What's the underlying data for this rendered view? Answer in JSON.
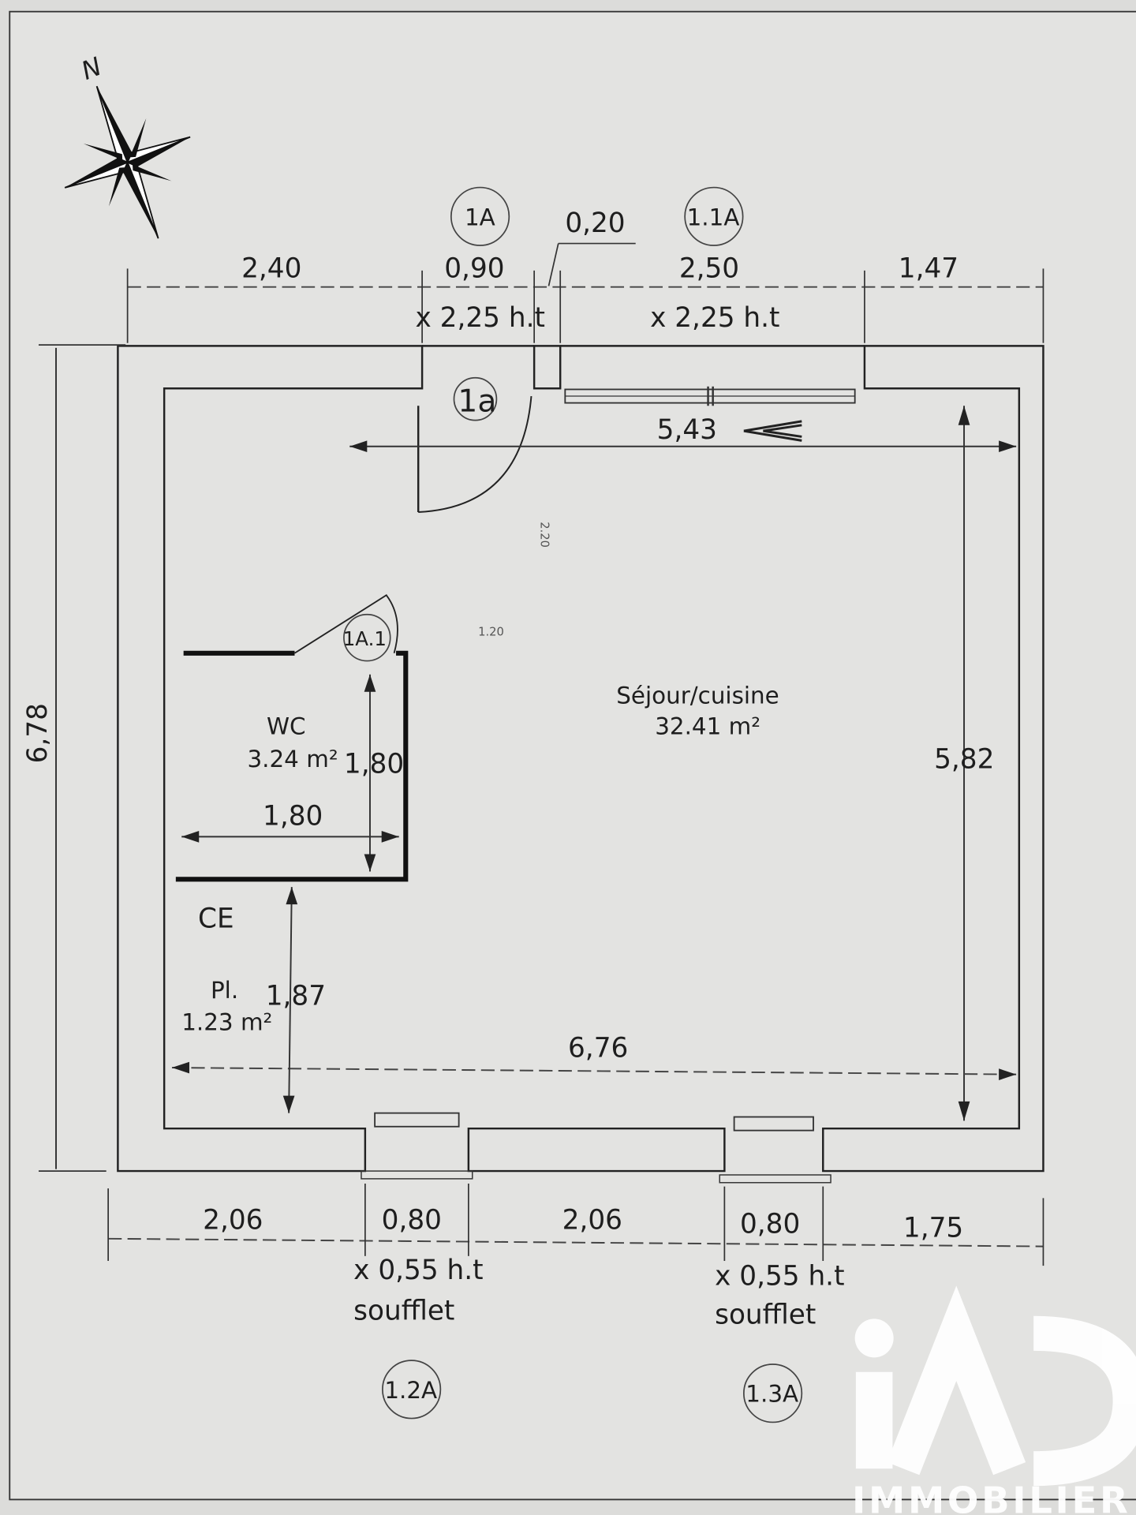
{
  "plan": {
    "north_label": "N",
    "top_dimensions": [
      "2,40",
      "0,90",
      "0,20",
      "2,50",
      "1,47"
    ],
    "top_heights": [
      "x 2,25 h.t",
      "x 2,25 h.t"
    ],
    "opening_refs_top": [
      "1A",
      "1.1A"
    ],
    "door_label": "1a",
    "inner_width": "5,43",
    "left_height": "6,78",
    "right_height": "5,82",
    "inner_length": "6,76",
    "wc": {
      "name": "WC",
      "area": "3.24 m²",
      "width": "1,80",
      "depth": "1,80",
      "door_ref": "1A.1"
    },
    "ce_label": "CE",
    "placard": {
      "name": "Pl.",
      "area": "1.23 m²",
      "depth": "1,87"
    },
    "main_room": {
      "name": "Séjour/cuisine",
      "area": "32.41 m²"
    },
    "faint_labels": [
      "1.20",
      "2.20"
    ],
    "bottom_dimensions": [
      "2,06",
      "0,80",
      "2,06",
      "0,80",
      "1,75"
    ],
    "bottom_notes": [
      "x 0,55 h.t",
      "soufflet",
      "x 0,55 h.t",
      "soufflet"
    ],
    "opening_refs_bottom": [
      "1.2A",
      "1.3A"
    ]
  },
  "watermark": {
    "logo": "iAD",
    "subtitle": "IMMOBILIER"
  }
}
